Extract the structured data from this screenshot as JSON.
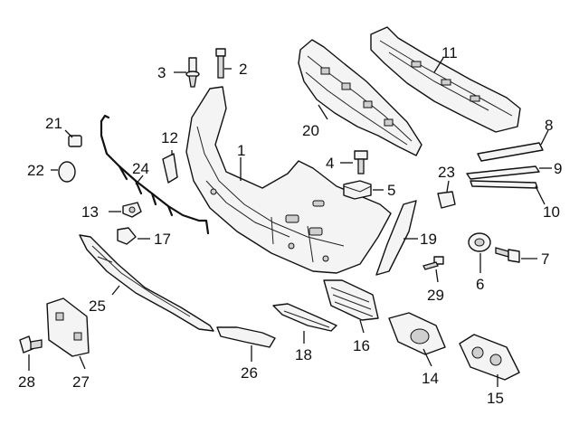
{
  "callouts": [
    {
      "id": "1",
      "label": "1"
    },
    {
      "id": "2",
      "label": "2"
    },
    {
      "id": "3",
      "label": "3"
    },
    {
      "id": "4",
      "label": "4"
    },
    {
      "id": "5",
      "label": "5"
    },
    {
      "id": "6",
      "label": "6"
    },
    {
      "id": "7",
      "label": "7"
    },
    {
      "id": "8",
      "label": "8"
    },
    {
      "id": "9",
      "label": "9"
    },
    {
      "id": "10",
      "label": "10"
    },
    {
      "id": "11",
      "label": "11"
    },
    {
      "id": "12",
      "label": "12"
    },
    {
      "id": "13",
      "label": "13"
    },
    {
      "id": "14",
      "label": "14"
    },
    {
      "id": "15",
      "label": "15"
    },
    {
      "id": "16",
      "label": "16"
    },
    {
      "id": "17",
      "label": "17"
    },
    {
      "id": "18",
      "label": "18"
    },
    {
      "id": "19",
      "label": "19"
    },
    {
      "id": "20",
      "label": "20"
    },
    {
      "id": "21",
      "label": "21"
    },
    {
      "id": "22",
      "label": "22"
    },
    {
      "id": "23",
      "label": "23"
    },
    {
      "id": "24",
      "label": "24"
    },
    {
      "id": "25",
      "label": "25"
    },
    {
      "id": "26",
      "label": "26"
    },
    {
      "id": "27",
      "label": "27"
    },
    {
      "id": "28",
      "label": "28"
    },
    {
      "id": "29",
      "label": "29"
    }
  ]
}
